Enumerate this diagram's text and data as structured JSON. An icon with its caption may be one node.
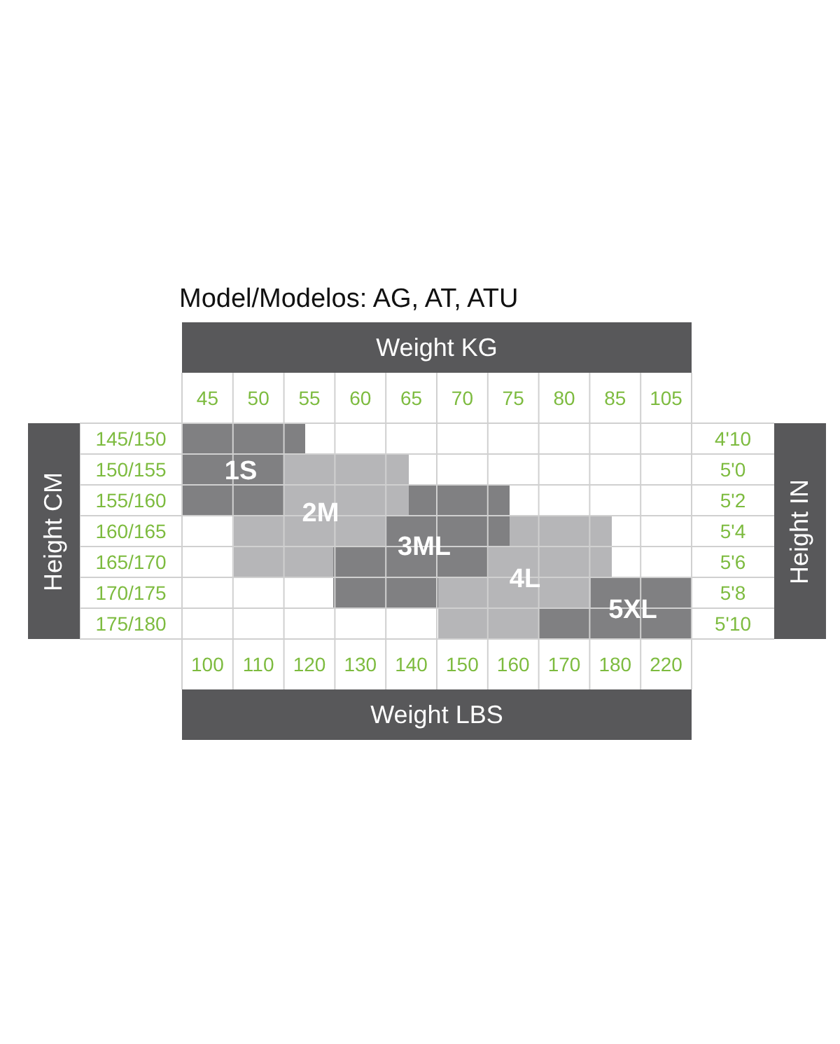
{
  "diagram": {
    "title": "Model/Modelos: AG, AT, ATU",
    "nodes": [
      {
        "text": [
          "Weight KG"
        ]
      },
      {
        "text": [
          "Height CM"
        ]
      },
      {
        "text": [
          "Height IN"
        ]
      },
      {
        "text": [
          "Weight LBS"
        ]
      }
    ],
    "labels": [
      "45",
      "50",
      "55",
      "60",
      "65",
      "70",
      "75",
      "80",
      "85",
      "105",
      "145/150",
      "150/155",
      "155/160",
      "160/165",
      "165/170",
      "170/175",
      "175/180",
      "4'10",
      "5'0",
      "5'2",
      "5'4",
      "5'6",
      "5'8",
      "5'10",
      "1S",
      "2M",
      "3ML",
      "4L",
      "5XL",
      "100",
      "110",
      "120",
      "130",
      "140",
      "150",
      "160",
      "170",
      "180",
      "220"
    ]
  }
}
